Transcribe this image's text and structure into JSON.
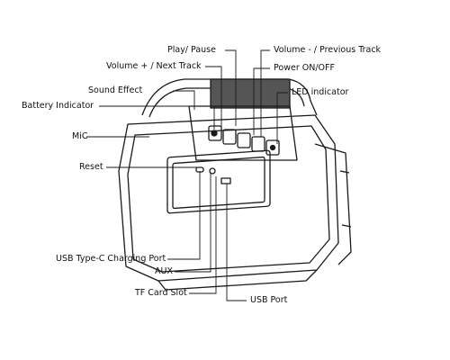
{
  "labels": {
    "play_pause": "Play/ Pause",
    "volume_down_prev": "Volume - / Previous Track",
    "volume_up_next": "Volume + / Next Track",
    "power": "Power ON/OFF",
    "sound_effect": "Sound Effect",
    "led_indicator": "LED indicator",
    "battery_indicator": "Battery Indicator",
    "mic": "MiC",
    "reset": "Reset",
    "usb_c_port": "USB Type-C Charging Port",
    "aux": "AUX",
    "tf_card_slot": "TF Card Slot",
    "usb_port": "USB Port"
  }
}
